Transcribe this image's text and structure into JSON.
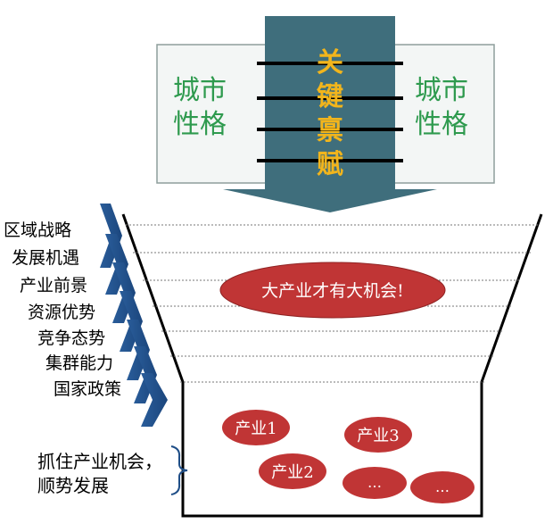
{
  "top_box": {
    "left_label": [
      "城市",
      "性格"
    ],
    "right_label": [
      "城市",
      "性格"
    ],
    "center_label": [
      "关",
      "键",
      "禀",
      "赋"
    ]
  },
  "factors": [
    "区域战略",
    "发展机遇",
    "产业前景",
    "资源优势",
    "竞争态势",
    "集群能力",
    "国家政策"
  ],
  "big_opportunity": "大产业才有大机会!",
  "industries": [
    "产业1",
    "产业2",
    "产业3",
    "…",
    "…"
  ],
  "bottom_note": [
    "抓住产业机会，",
    "顺势发展"
  ],
  "colors": {
    "green_text": "#2e9a4e",
    "gold_text": "#f2b51c",
    "arrow": "#3f6e7c",
    "ellipse": "#c03535",
    "chevron": "#1f4e87"
  }
}
